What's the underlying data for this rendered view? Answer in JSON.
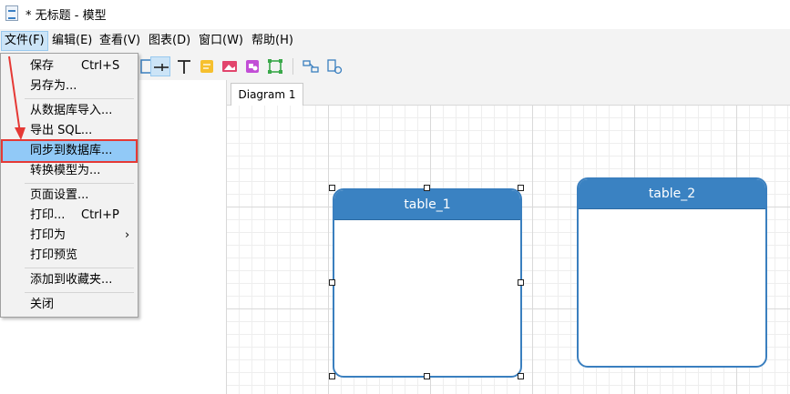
{
  "window": {
    "title": "* 无标题 - 模型"
  },
  "menubar": {
    "items": [
      {
        "label": "文件(F)"
      },
      {
        "label": "编辑(E)"
      },
      {
        "label": "查看(V)"
      },
      {
        "label": "图表(D)"
      },
      {
        "label": "窗口(W)"
      },
      {
        "label": "帮助(H)"
      }
    ]
  },
  "file_menu": {
    "items": [
      {
        "label": "保存",
        "shortcut": "Ctrl+S"
      },
      {
        "label": "另存为..."
      },
      {
        "label": "从数据库导入..."
      },
      {
        "label": "导出 SQL..."
      },
      {
        "label": "同步到数据库..."
      },
      {
        "label": "转换模型为..."
      },
      {
        "label": "页面设置..."
      },
      {
        "label": "打印...",
        "shortcut": "Ctrl+P"
      },
      {
        "label": "打印为",
        "arrow": "›"
      },
      {
        "label": "打印预览"
      },
      {
        "label": "添加到收藏夹..."
      },
      {
        "label": "关闭"
      }
    ]
  },
  "diagram_tab": {
    "label": "Diagram 1"
  },
  "tables": [
    {
      "name": "table_1"
    },
    {
      "name": "table_2"
    }
  ],
  "colors": {
    "accent": "#3a82c2",
    "highlight": "#91c9f7",
    "callout": "#e53935"
  }
}
